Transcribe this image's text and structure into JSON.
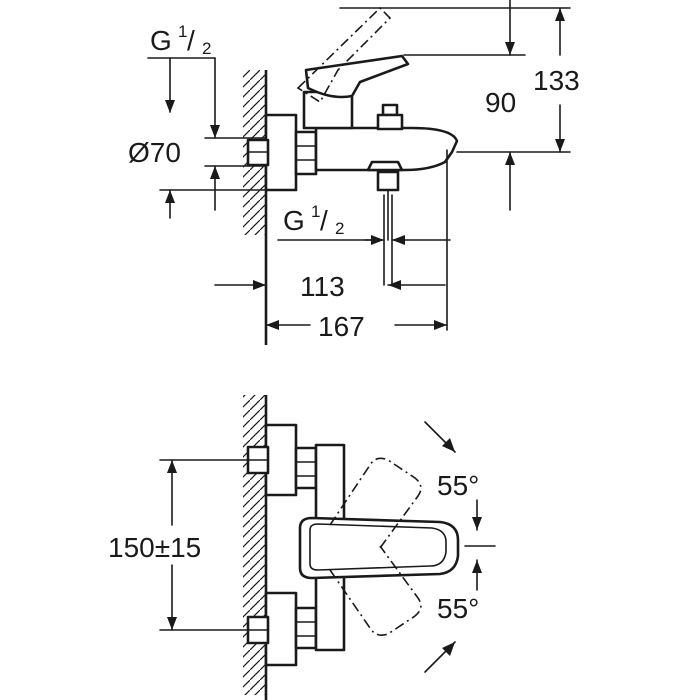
{
  "side_view": {
    "thread_top": {
      "main": "G",
      "sup": "1",
      "sub": "2"
    },
    "diameter": "Ø70",
    "height_90": "90",
    "height_133": "133",
    "thread_bottom": {
      "main": "G",
      "sup": "1",
      "sub": "2"
    },
    "depth_113": "113",
    "depth_167": "167"
  },
  "front_view": {
    "spacing": "150±15",
    "angle_up": "55°",
    "angle_down": "55°"
  }
}
